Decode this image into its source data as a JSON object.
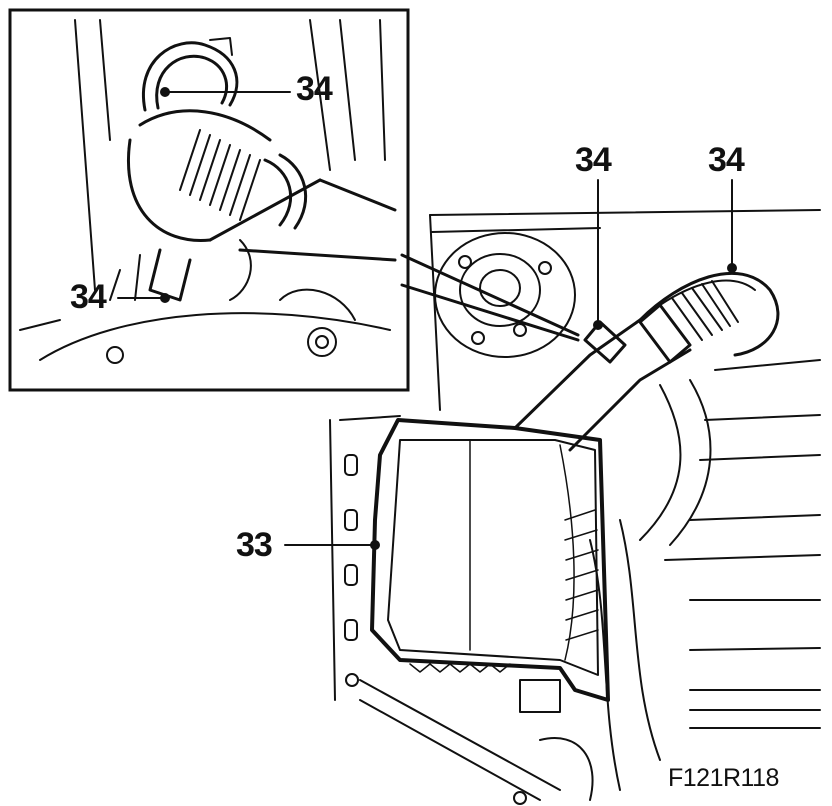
{
  "callouts": {
    "inset_top": "34",
    "inset_left": "34",
    "main_left": "34",
    "main_right": "34",
    "air_filter": "33"
  },
  "figure_code": "F121R118"
}
